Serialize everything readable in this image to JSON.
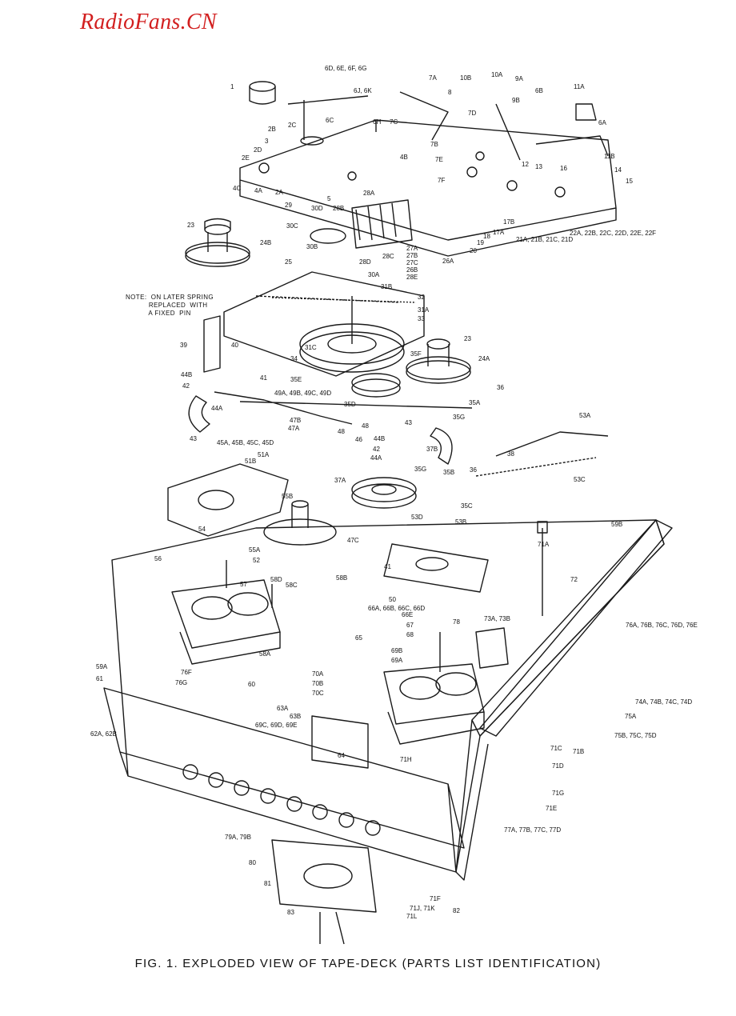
{
  "watermark": "RadioFans.CN",
  "caption": "FIG. 1. EXPLODED VIEW OF TAPE-DECK (PARTS LIST IDENTIFICATION)",
  "note": "NOTE:  ON LATER SPRING\n           REPLACED  WITH\n           A FIXED  PIN",
  "labels": [
    "1",
    "6D, 6E, 6F, 6G",
    "6J, 6K",
    "6H",
    "6C",
    "7A",
    "8",
    "10B",
    "10A",
    "9A",
    "9B",
    "7D",
    "7C",
    "7B",
    "7E",
    "6B",
    "11A",
    "6A",
    "11B",
    "2B",
    "2C",
    "3",
    "2D",
    "2E",
    "4C",
    "4A",
    "2A",
    "5",
    "4B",
    "7F",
    "12",
    "13",
    "16",
    "14",
    "15",
    "28A",
    "29",
    "30D",
    "28B",
    "30C",
    "23",
    "24B",
    "30B",
    "28D",
    "28C",
    "27A",
    "27B",
    "27C",
    "26B",
    "28E",
    "26A",
    "20",
    "19",
    "18",
    "17A",
    "17B",
    "22A, 22B, 22C, 22D, 22E, 22F",
    "21A, 21B, 21C, 21D",
    "25",
    "30A",
    "31B",
    "32",
    "31A",
    "33",
    "39",
    "40",
    "31C",
    "34",
    "35F",
    "23",
    "24A",
    "44B",
    "41",
    "42",
    "35E",
    "36",
    "49A, 49B, 49C, 49D",
    "35D",
    "35A",
    "44A",
    "47B",
    "47A",
    "48",
    "46",
    "35G",
    "43",
    "53A",
    "45A, 45B, 45C, 45D",
    "43",
    "44B",
    "42",
    "37B",
    "48",
    "51A",
    "51B",
    "44A",
    "35G",
    "35B",
    "38",
    "37A",
    "36",
    "53C",
    "55B",
    "35C",
    "53D",
    "53B",
    "54",
    "47C",
    "59B",
    "55A",
    "71A",
    "52",
    "41",
    "56",
    "57",
    "58D",
    "58B",
    "58C",
    "50",
    "72",
    "66A, 66B, 66C, 66D",
    "66E",
    "67",
    "68",
    "65",
    "78",
    "73A, 73B",
    "76A, 76B, 76C, 76D, 76E",
    "59A",
    "58A",
    "69B",
    "76F",
    "76G",
    "69A",
    "61",
    "60",
    "70A",
    "70B",
    "70C",
    "63A",
    "63B",
    "69C, 69D, 69E",
    "62A, 62B",
    "74A, 74B, 74C, 74D",
    "75A",
    "75B, 75C, 75D",
    "71B",
    "71C",
    "64",
    "71H",
    "71D",
    "71G",
    "71E",
    "77A, 77B, 77C, 77D",
    "79A, 79B",
    "80",
    "81",
    "71F",
    "71J, 71K",
    "71L",
    "82",
    "83"
  ]
}
